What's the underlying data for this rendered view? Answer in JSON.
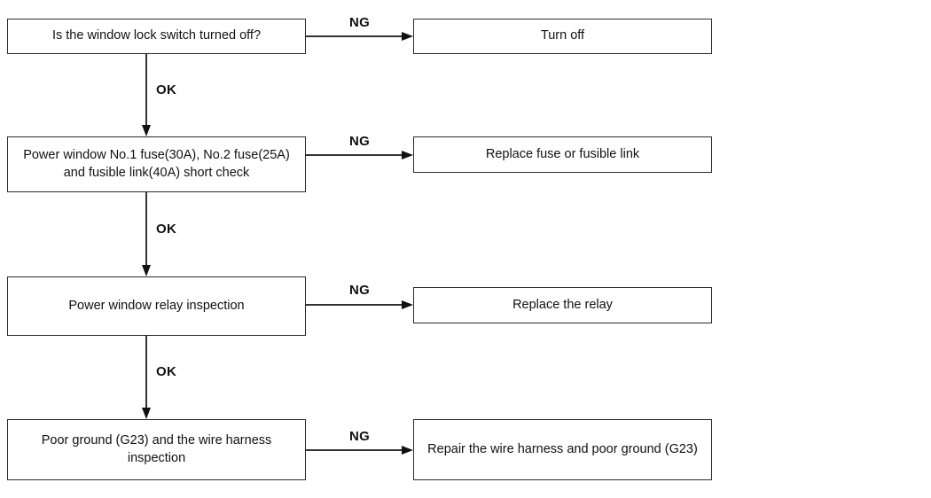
{
  "flowchart": {
    "ng_label": "NG",
    "ok_label": "OK",
    "colors": {
      "background": "#ffffff",
      "box_border": "#2b2b2b",
      "line": "#333333",
      "text": "#111111"
    },
    "steps": [
      {
        "check": "Is the window lock switch turned off?",
        "action": "Turn off"
      },
      {
        "check": "Power window No.1 fuse(30A), No.2 fuse(25A) and fusible link(40A) short check",
        "action": "Replace fuse or fusible link"
      },
      {
        "check": "Power window relay inspection",
        "action": "Replace the relay"
      },
      {
        "check": "Poor ground (G23) and the wire harness inspection",
        "action": "Repair the wire harness and poor ground (G23)"
      }
    ]
  }
}
